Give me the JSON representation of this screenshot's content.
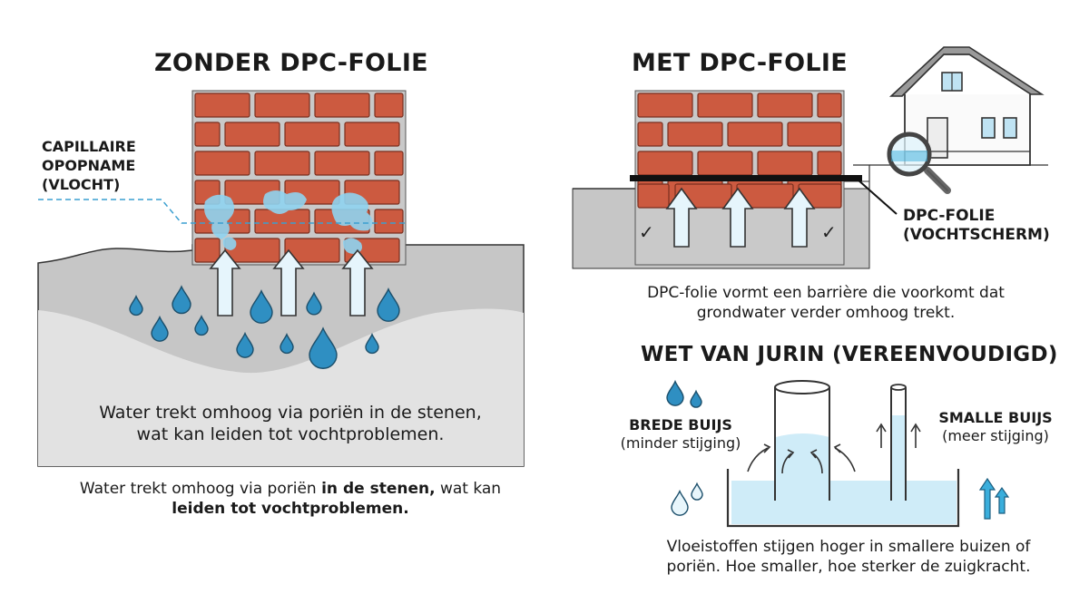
{
  "left_panel": {
    "title": "ZONDER DPC-FOLIE",
    "capillary_label": [
      "CAPILLAIRE",
      "OPOPNAME",
      "(VLOCHT)"
    ],
    "caption_inner": [
      "Water trekt omhoog via poriën in de stenen,",
      "wat kan leiden tot vochtproblemen."
    ],
    "caption_below": {
      "line1_plain_a": "Water trekt omhoog via poriën ",
      "line1_bold": "in de stenen,",
      "line1_plain_b": " wat kan",
      "line2_bold": "leiden tot vochtproblemen."
    }
  },
  "right_panel": {
    "title": "MET DPC-FOLIE",
    "dpc_label": [
      "DPC-FOLIE",
      "(VOCHTSCHERM)"
    ],
    "caption": [
      "DPC-folie vormt een barrière die voorkomt dat",
      "grondwater verder omhoog trekt."
    ],
    "check_marks": [
      "✓",
      "✓"
    ]
  },
  "jurin": {
    "title": "WET VAN JURIN (VEREENVOUDIGD)",
    "wide_tube_label": "BREDE BUIJS",
    "wide_tube_sub": "(minder stijging)",
    "narrow_tube_label": "SMALLE BUIJS",
    "narrow_tube_sub": "(meer stijging)",
    "caption": [
      "Vloeistoffen stijgen hoger in smallere buizen of",
      "poriën. Hoe smaller, hoe sterker de zuigkracht."
    ]
  },
  "colors": {
    "brick": "#cc5a40",
    "mortar": "#c9c9c9",
    "water": "#3a9fd0",
    "arrow_fill": "#e6f5fc",
    "soil": "#c8c8c8",
    "soil_light": "#dedede",
    "background": "#ffffff"
  },
  "icons": [
    "house-icon",
    "magnifier-icon",
    "water-drop-icon",
    "up-arrow-icon",
    "check-icon"
  ]
}
